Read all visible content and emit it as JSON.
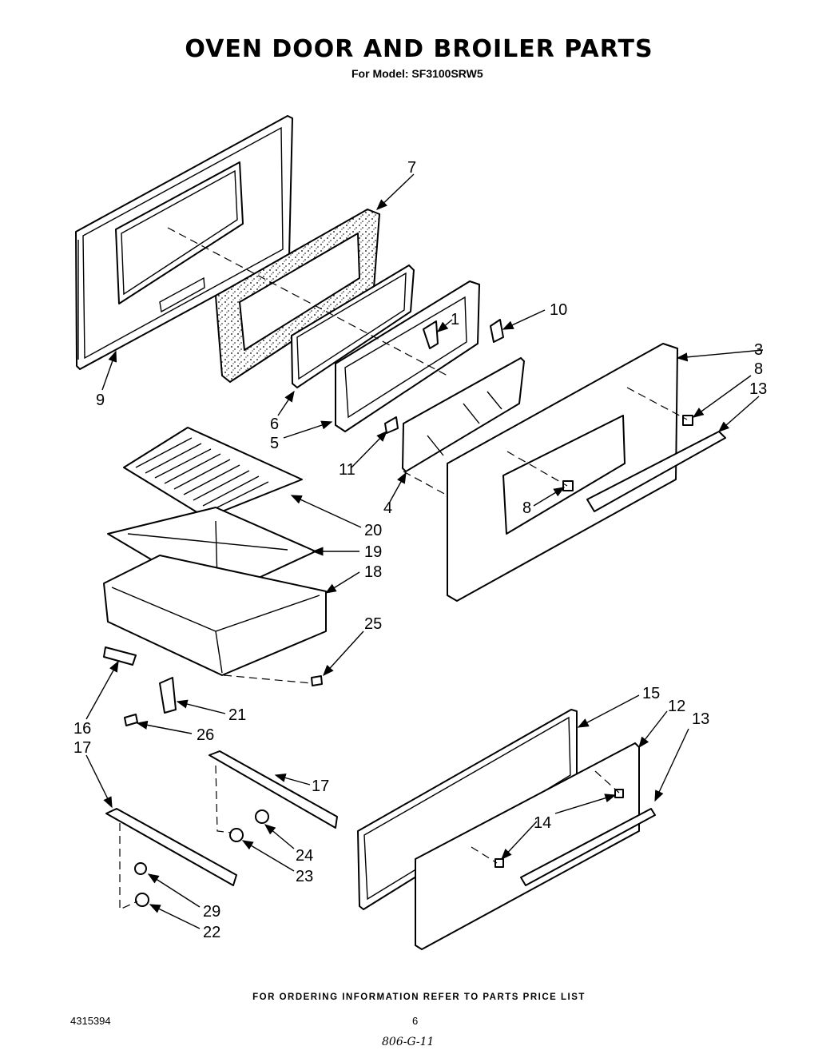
{
  "title": "OVEN DOOR AND BROILER PARTS",
  "subtitle": "For Model: SF3100SRW5",
  "footer": "FOR ORDERING INFORMATION REFER TO PARTS PRICE LIST",
  "doc_number": "4315394",
  "page_number": "6",
  "handwritten_note": "806-G-11",
  "callouts": {
    "c1": "1",
    "c3": "3",
    "c4": "4",
    "c5": "5",
    "c6": "6",
    "c7": "7",
    "c8a": "8",
    "c8b": "8",
    "c9": "9",
    "c10": "10",
    "c11": "11",
    "c12": "12",
    "c13a": "13",
    "c13b": "13",
    "c14": "14",
    "c15": "15",
    "c16": "16",
    "c17a": "17",
    "c17b": "17",
    "c18": "18",
    "c19": "19",
    "c20": "20",
    "c21": "21",
    "c22": "22",
    "c23": "23",
    "c24": "24",
    "c25": "25",
    "c26": "26",
    "c29": "29"
  }
}
